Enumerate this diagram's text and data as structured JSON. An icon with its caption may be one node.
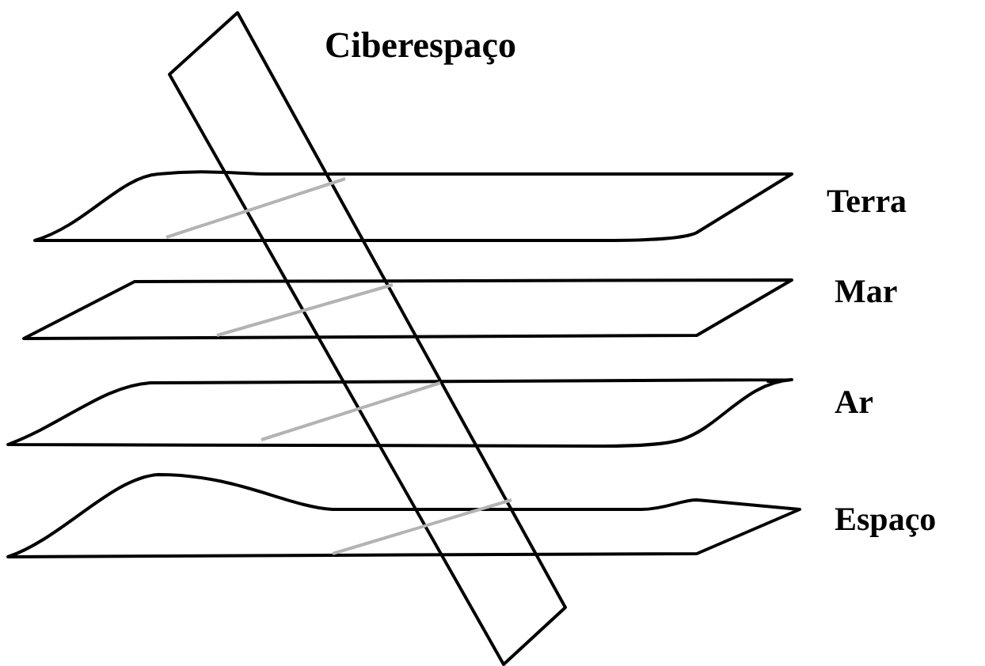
{
  "diagram": {
    "nodes": [
      {
        "text": [
          "Ciberespaço"
        ]
      },
      {
        "text": [
          "Terra"
        ]
      },
      {
        "text": [
          "Mar"
        ]
      },
      {
        "text": [
          "Ar"
        ]
      },
      {
        "text": [
          "Espaço"
        ]
      }
    ]
  }
}
